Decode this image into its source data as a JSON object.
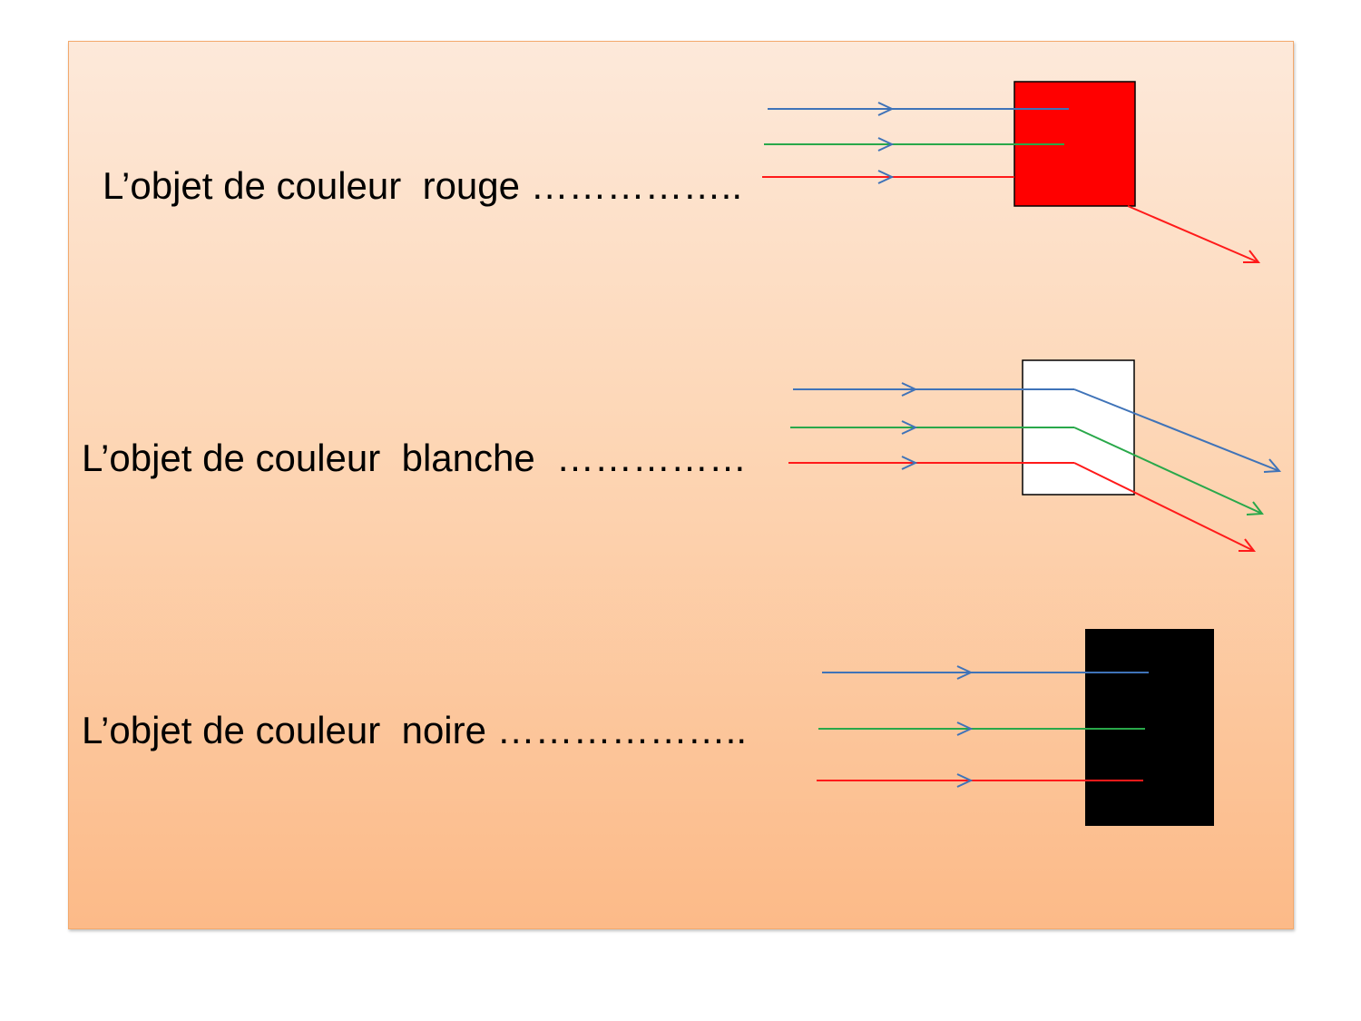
{
  "captions": {
    "red": "L’objet de couleur  rouge ……………..",
    "white": "L’objet de couleur  blanche  ……………",
    "black": "L’objet de couleur  noire ……………….."
  },
  "colors": {
    "blue_ray": "#3f73b8",
    "green_ray": "#29a84a",
    "red_ray": "#ff1a1a",
    "red_object": "#ff0000",
    "white_object": "#ffffff",
    "black_object": "#000000",
    "panel_border": "#f3a96d"
  }
}
